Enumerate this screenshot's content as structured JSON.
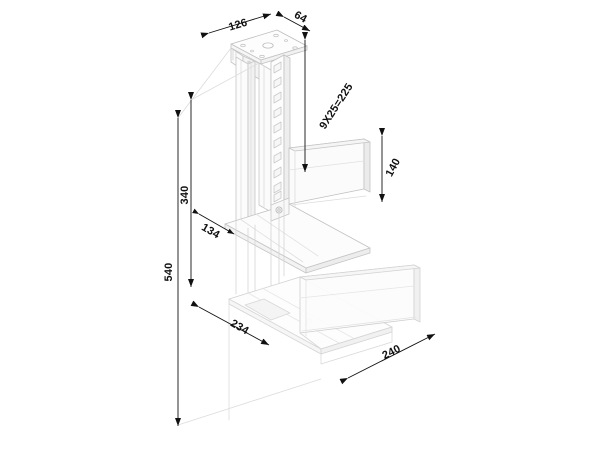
{
  "drawing": {
    "title": "CPU holder isometric dimension drawing",
    "view": "isometric",
    "units": "mm",
    "line_color": "#c8c8c8",
    "dim_color": "#111111",
    "background": "#ffffff"
  },
  "dimensions": {
    "top_plate_width": "126",
    "top_plate_depth": "64",
    "slot_pitch": "9X25=225",
    "cradle_height": "140",
    "upper_height": "340",
    "cradle_depth_upper": "134",
    "overall_height": "540",
    "cradle_depth_lower": "234",
    "cradle_width_lower": "240"
  },
  "icon_names": {
    "arrow_head": "dimension-arrow-icon",
    "center_hole": "center-hole-icon",
    "mount_hole": "mounting-hole-icon",
    "slot": "rail-slot-icon",
    "pivot_screw": "pivot-screw-icon"
  }
}
